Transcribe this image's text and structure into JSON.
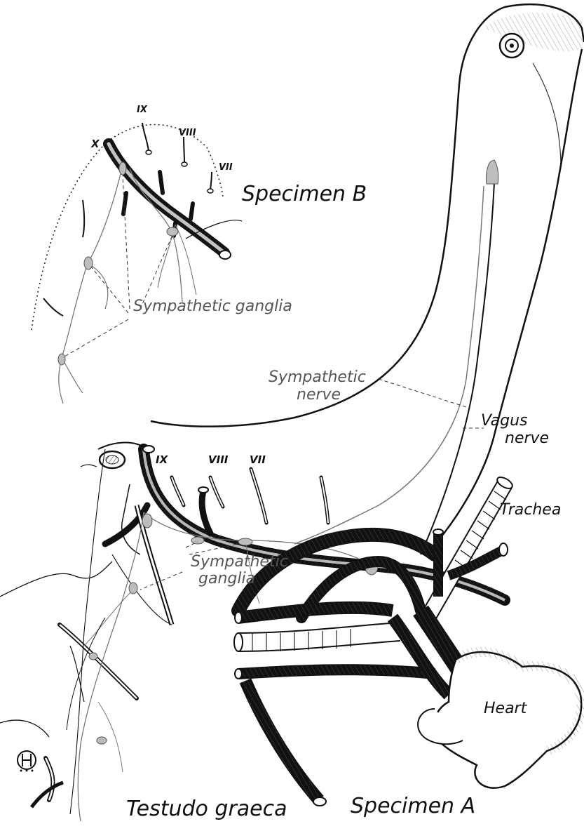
{
  "labels": {
    "specimen_b": "Specimen B",
    "specimen_a": "Specimen A",
    "species": "Testudo graeca",
    "sympathetic_ganglia_b": "Sympathetic ganglia",
    "sympathetic_nerve_line1": "Sympathetic",
    "sympathetic_nerve_line2": "nerve",
    "vagus_line1": "Vagus",
    "vagus_line2": "nerve",
    "trachea": "Trachea",
    "heart": "Heart",
    "sympathetic_ganglia_a_line1": "Sympathetic",
    "sympathetic_ganglia_a_line2": "ganglia"
  },
  "cranial_nerves_b": [
    "X",
    "IX",
    "VIII",
    "VII"
  ],
  "cranial_nerves_a": [
    "IX",
    "VIII",
    "VII"
  ],
  "colors": {
    "ink": "#111111",
    "sympathetic": "#777777",
    "ganglion": "#bdbdbd"
  }
}
